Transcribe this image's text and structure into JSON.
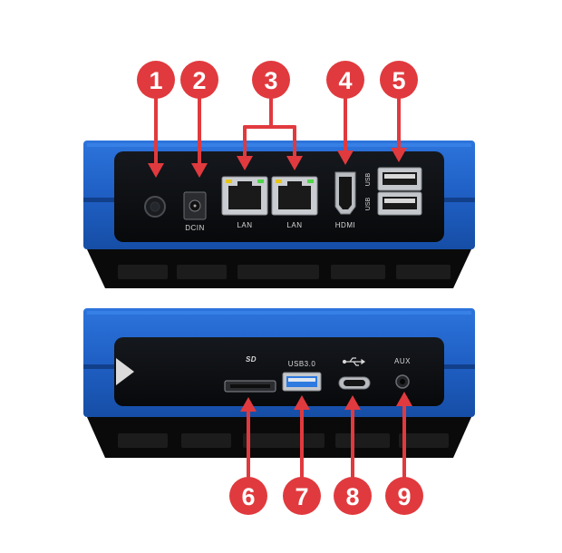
{
  "colors": {
    "callout": "#e03a3e",
    "case_blue": "#1f5fc4",
    "case_blue_dark": "#123f8a",
    "panel": "#0d0f12",
    "base": "#0a0a0a",
    "led_green": "#4fd64a",
    "led_yellow": "#e6c419",
    "usb3_blue": "#2f7ae0"
  },
  "callouts": {
    "c1": "1",
    "c2": "2",
    "c3": "3",
    "c4": "4",
    "c5": "5",
    "c6": "6",
    "c7": "7",
    "c8": "8",
    "c9": "9"
  },
  "top_labels": {
    "dcin": "DCIN",
    "lan1": "LAN",
    "lan2": "LAN",
    "hdmi": "HDMI",
    "usb_upper": "USB",
    "usb_lower": "USB"
  },
  "bottom_labels": {
    "sd": "SD",
    "usb3": "USB3.0",
    "aux": "AUX"
  },
  "icons": {
    "power": "power-button-icon",
    "usb_trident": "usb-trident-icon"
  }
}
